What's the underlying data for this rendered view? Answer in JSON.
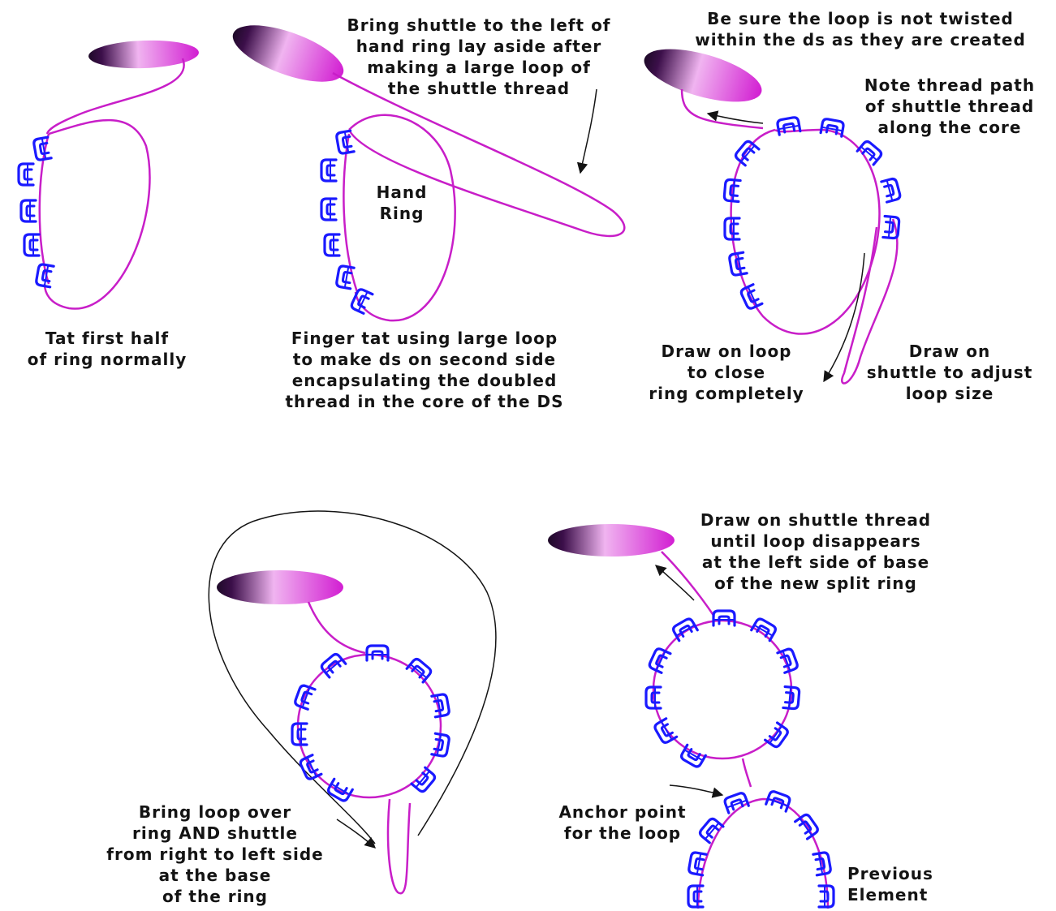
{
  "colors": {
    "stitch": "#1a1aff",
    "thread": "#c81ec8",
    "shuttle_dark": "#1e0a28",
    "shuttle_light": "#f0b4f0",
    "shuttle_accent": "#d21ed2",
    "text": "#141414",
    "arrow": "#141414"
  },
  "icons": [
    "shuttle-icon",
    "ring-icon",
    "arrow-icon"
  ],
  "panels": {
    "p1": {
      "caption": [
        "Tat first half",
        "of ring normally"
      ]
    },
    "p2": {
      "top": [
        "Bring shuttle to the left of",
        "hand ring lay aside after",
        "making a large loop of",
        "the shuttle thread"
      ],
      "label": [
        "Hand",
        "Ring"
      ],
      "bottom": [
        "Finger tat using large loop",
        "to make ds on second side",
        "encapsulating the doubled",
        "thread in the core of the DS"
      ]
    },
    "p3": {
      "top": [
        "Be sure the loop is not twisted",
        "within the ds as they are created"
      ],
      "note": [
        "Note thread path",
        "of shuttle thread",
        "along the core"
      ],
      "draw_loop": [
        "Draw on loop",
        "to close",
        "ring completely"
      ],
      "draw_shuttle": [
        "Draw on",
        "shuttle to adjust",
        "loop size"
      ]
    },
    "p4": {
      "caption": [
        "Bring loop over",
        "ring AND shuttle",
        "from right to left side",
        "at the base",
        "of the ring"
      ]
    },
    "p5": {
      "top": [
        "Draw on shuttle thread",
        "until loop disappears",
        "at the left side of base",
        "of the new split ring"
      ],
      "anchor": [
        "Anchor point",
        "for the loop"
      ],
      "previous": [
        "Previous",
        "Element"
      ]
    }
  }
}
